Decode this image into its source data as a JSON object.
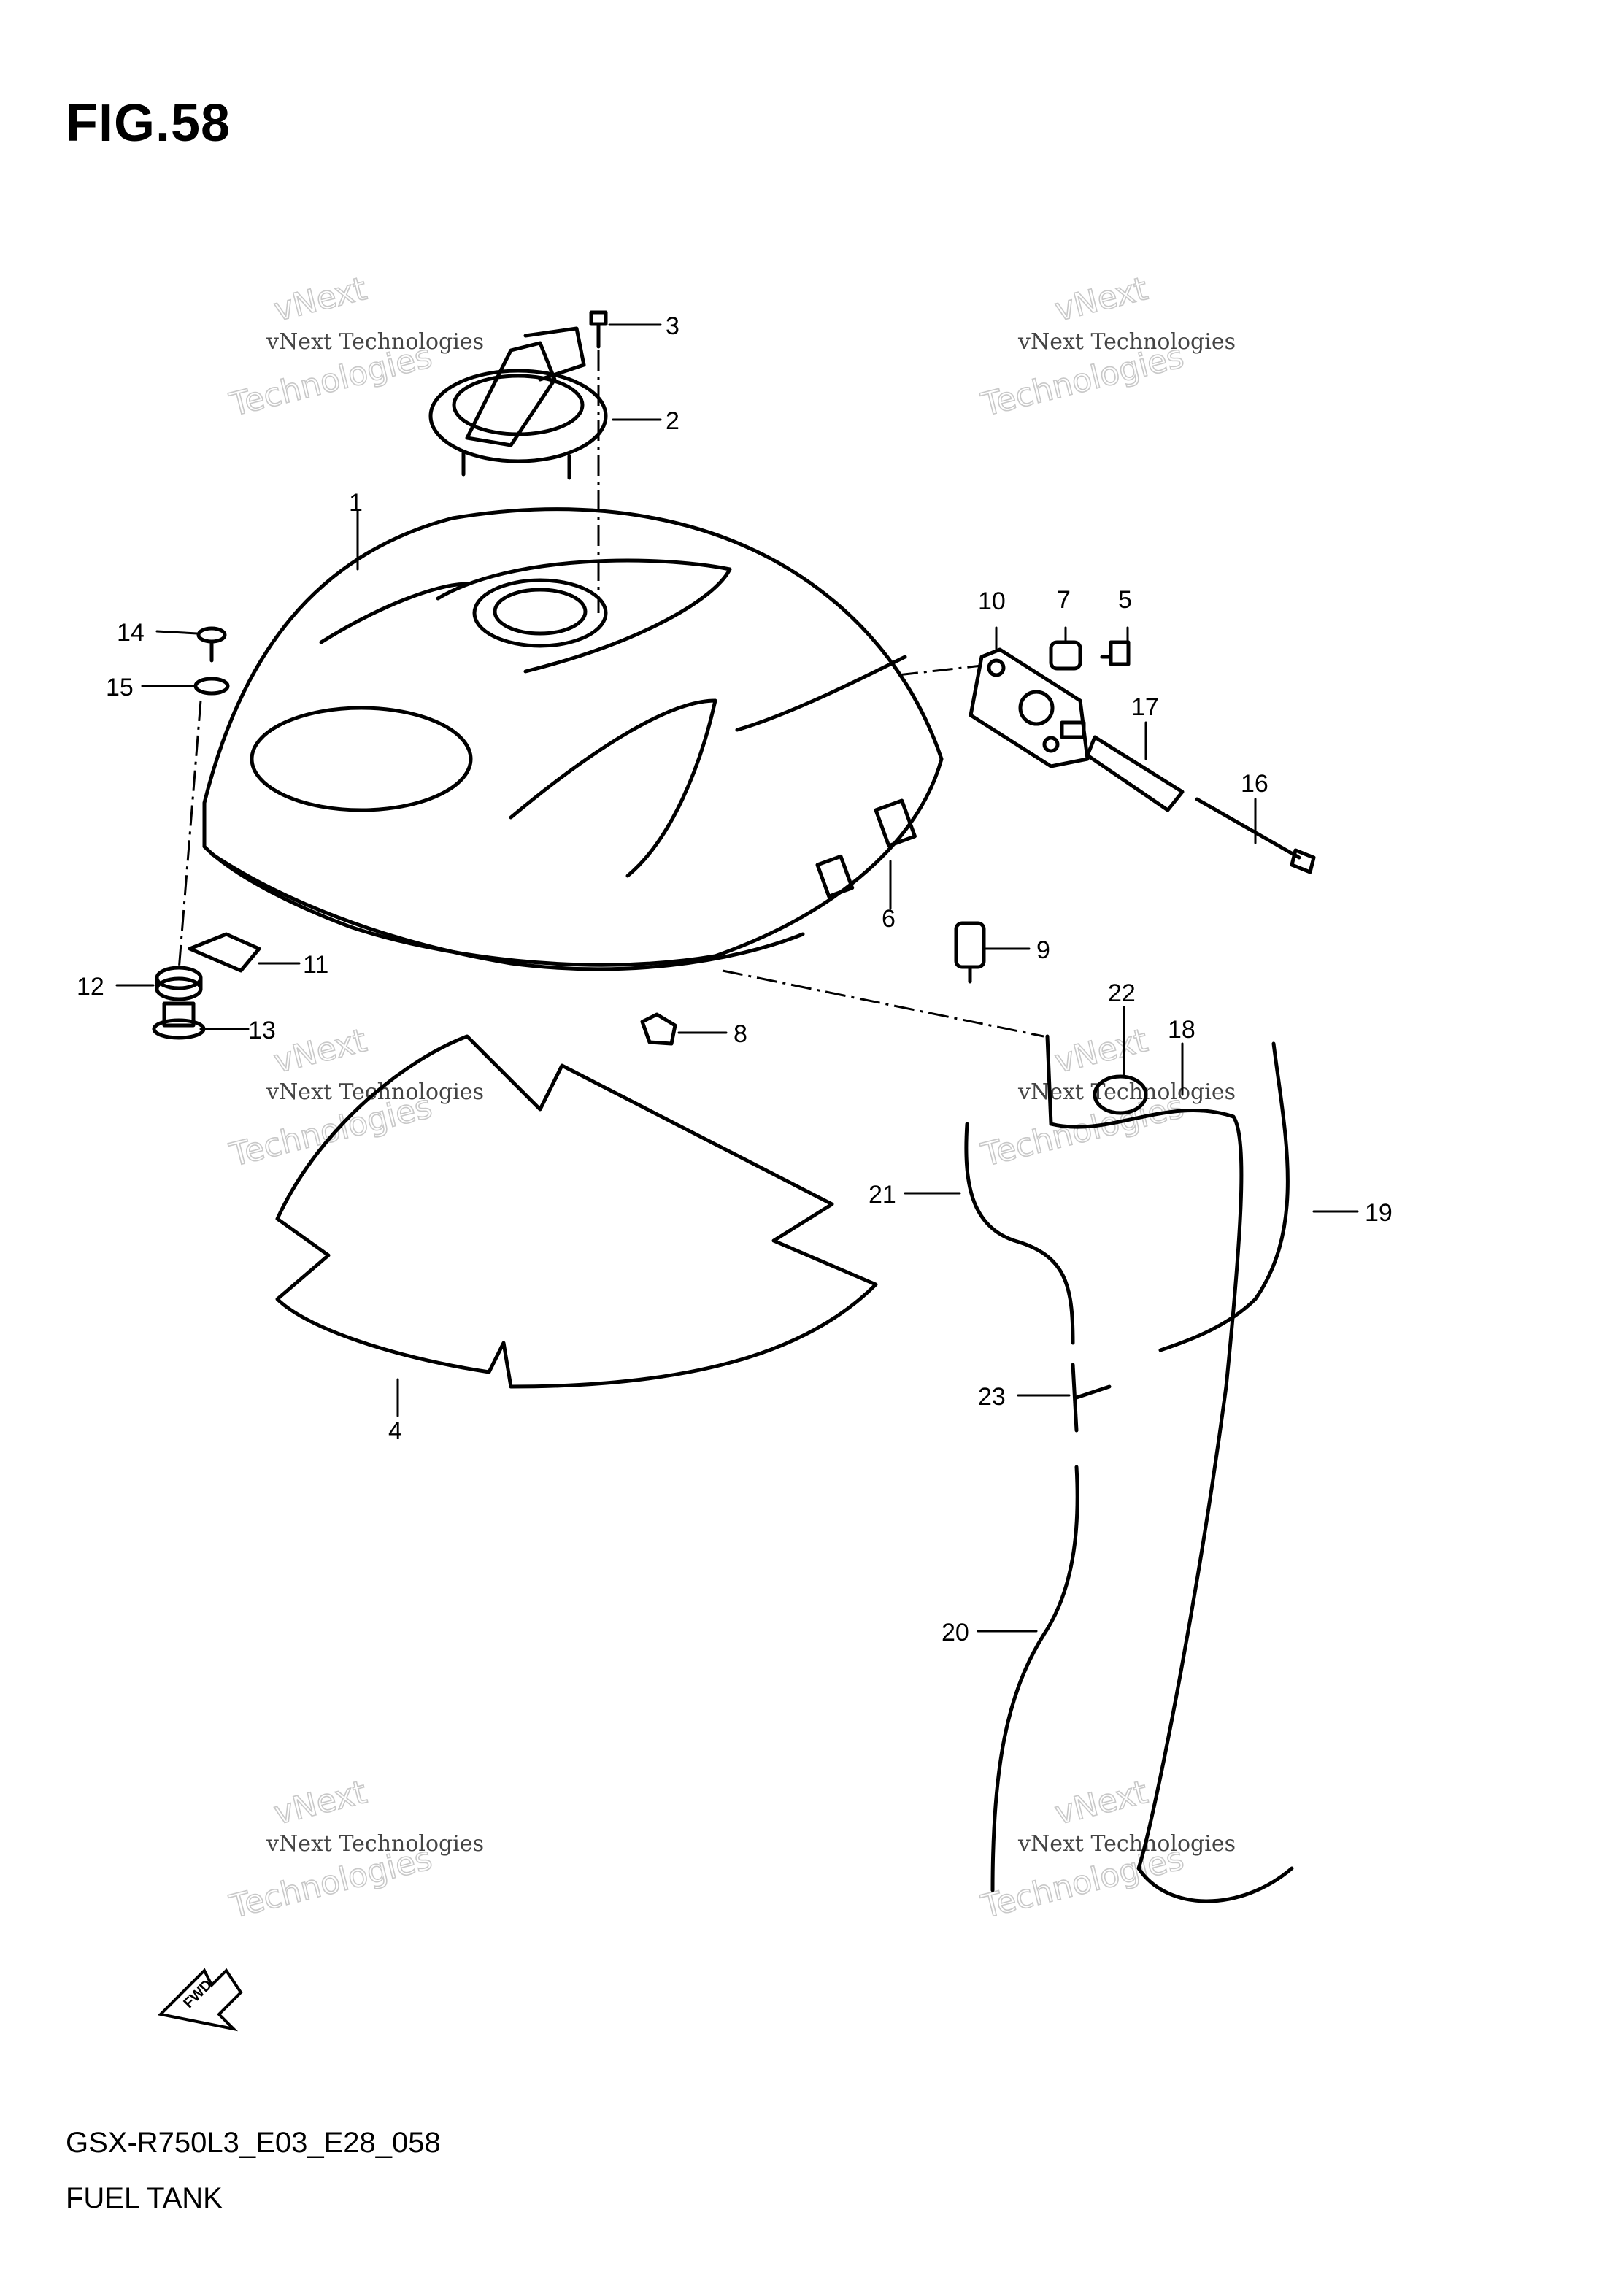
{
  "figure": {
    "title": "FIG.58"
  },
  "footer": {
    "model_code": "GSX-R750L3_E03_E28_058",
    "name": "FUEL TANK"
  },
  "fwd_label": "FWD",
  "watermark": {
    "line1": "vNext Technologies",
    "line2": "vNext",
    "line3": "Technologies"
  },
  "callouts": {
    "c1": "1",
    "c2": "2",
    "c3": "3",
    "c4": "4",
    "c5": "5",
    "c6": "6",
    "c7": "7",
    "c8": "8",
    "c9": "9",
    "c10": "10",
    "c11": "11",
    "c12": "12",
    "c13": "13",
    "c14": "14",
    "c15": "15",
    "c16": "16",
    "c17": "17",
    "c18": "18",
    "c19": "19",
    "c20": "20",
    "c21": "21",
    "c22": "22",
    "c23": "23"
  }
}
